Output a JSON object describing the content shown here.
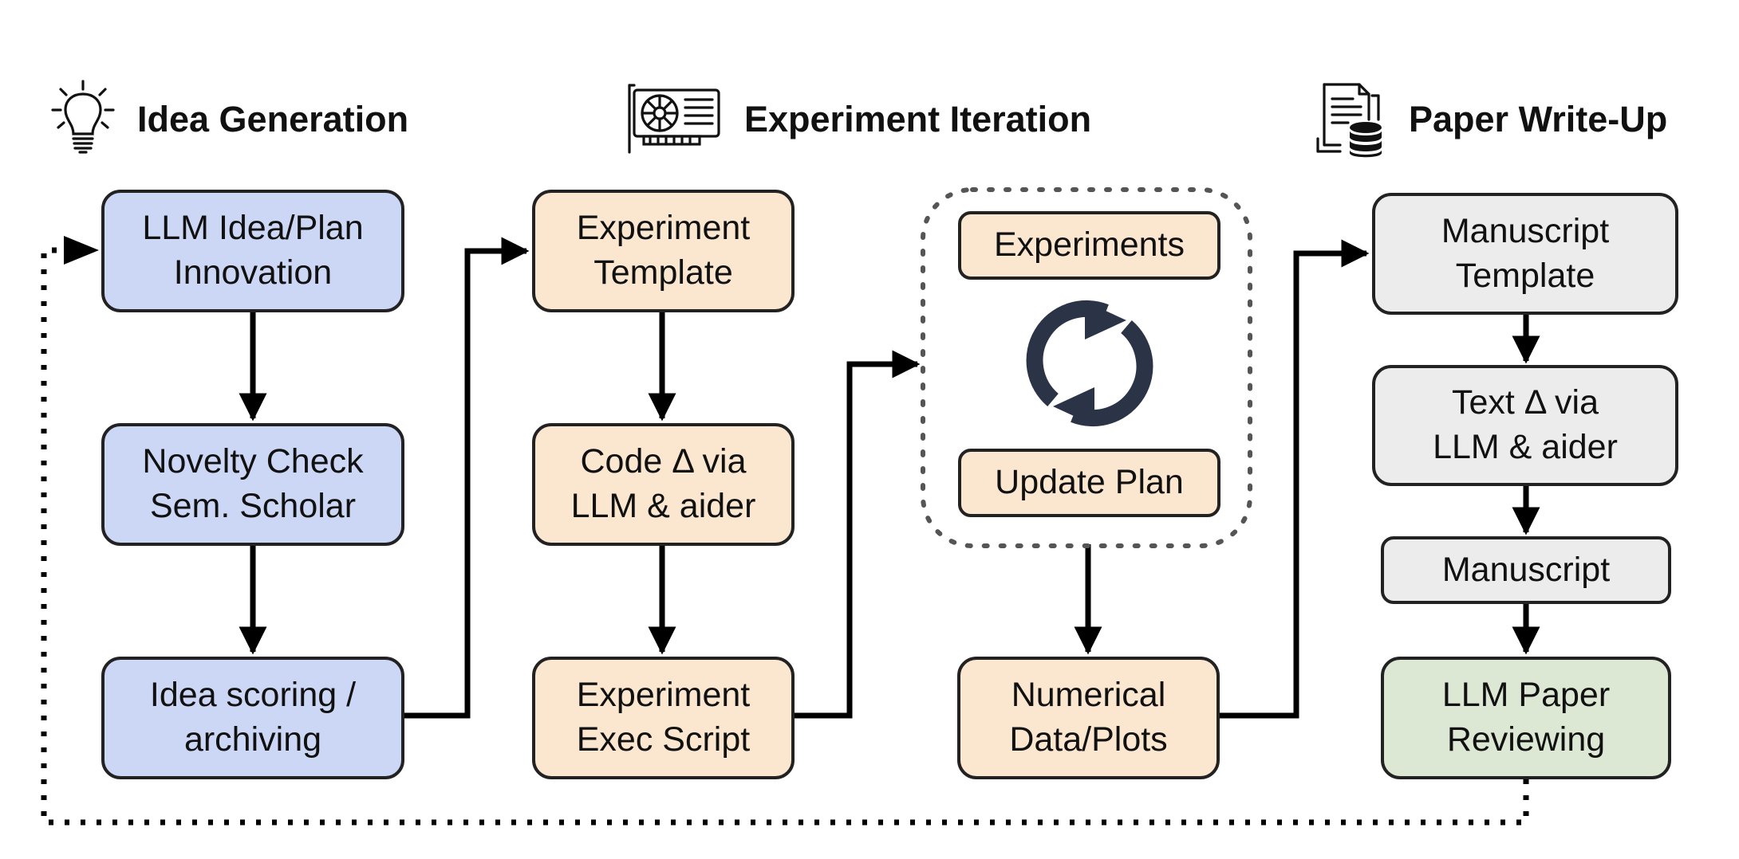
{
  "headers": {
    "idea": "Idea Generation",
    "experiment": "Experiment Iteration",
    "paper": "Paper Write-Up"
  },
  "idea_column": {
    "innovation": "LLM Idea/Plan\nInnovation",
    "novelty": "Novelty Check\nSem. Scholar",
    "scoring": "Idea scoring /\narchiving"
  },
  "experiment_column": {
    "template": "Experiment\nTemplate",
    "code_delta": "Code Δ via\nLLM & aider",
    "exec_script": "Experiment\nExec Script"
  },
  "iteration_loop": {
    "experiments": "Experiments",
    "update_plan": "Update Plan",
    "results": "Numerical\nData/Plots"
  },
  "paper_column": {
    "manuscript_template": "Manuscript\nTemplate",
    "text_delta": "Text Δ via\nLLM & aider",
    "manuscript": "Manuscript",
    "reviewing": "LLM Paper\nReviewing"
  },
  "icons": {
    "idea": "lightbulb-icon",
    "experiment": "gpu-card-icon",
    "paper": "document-database-icon",
    "loop": "refresh-cycle-icon"
  },
  "colors": {
    "idea_fill": "#ccd7f5",
    "experiment_fill": "#fbe6d0",
    "paper_fill": "#ececec",
    "review_fill": "#dde8d4",
    "stroke": "#222222",
    "cycle_icon": "#2b3447"
  }
}
